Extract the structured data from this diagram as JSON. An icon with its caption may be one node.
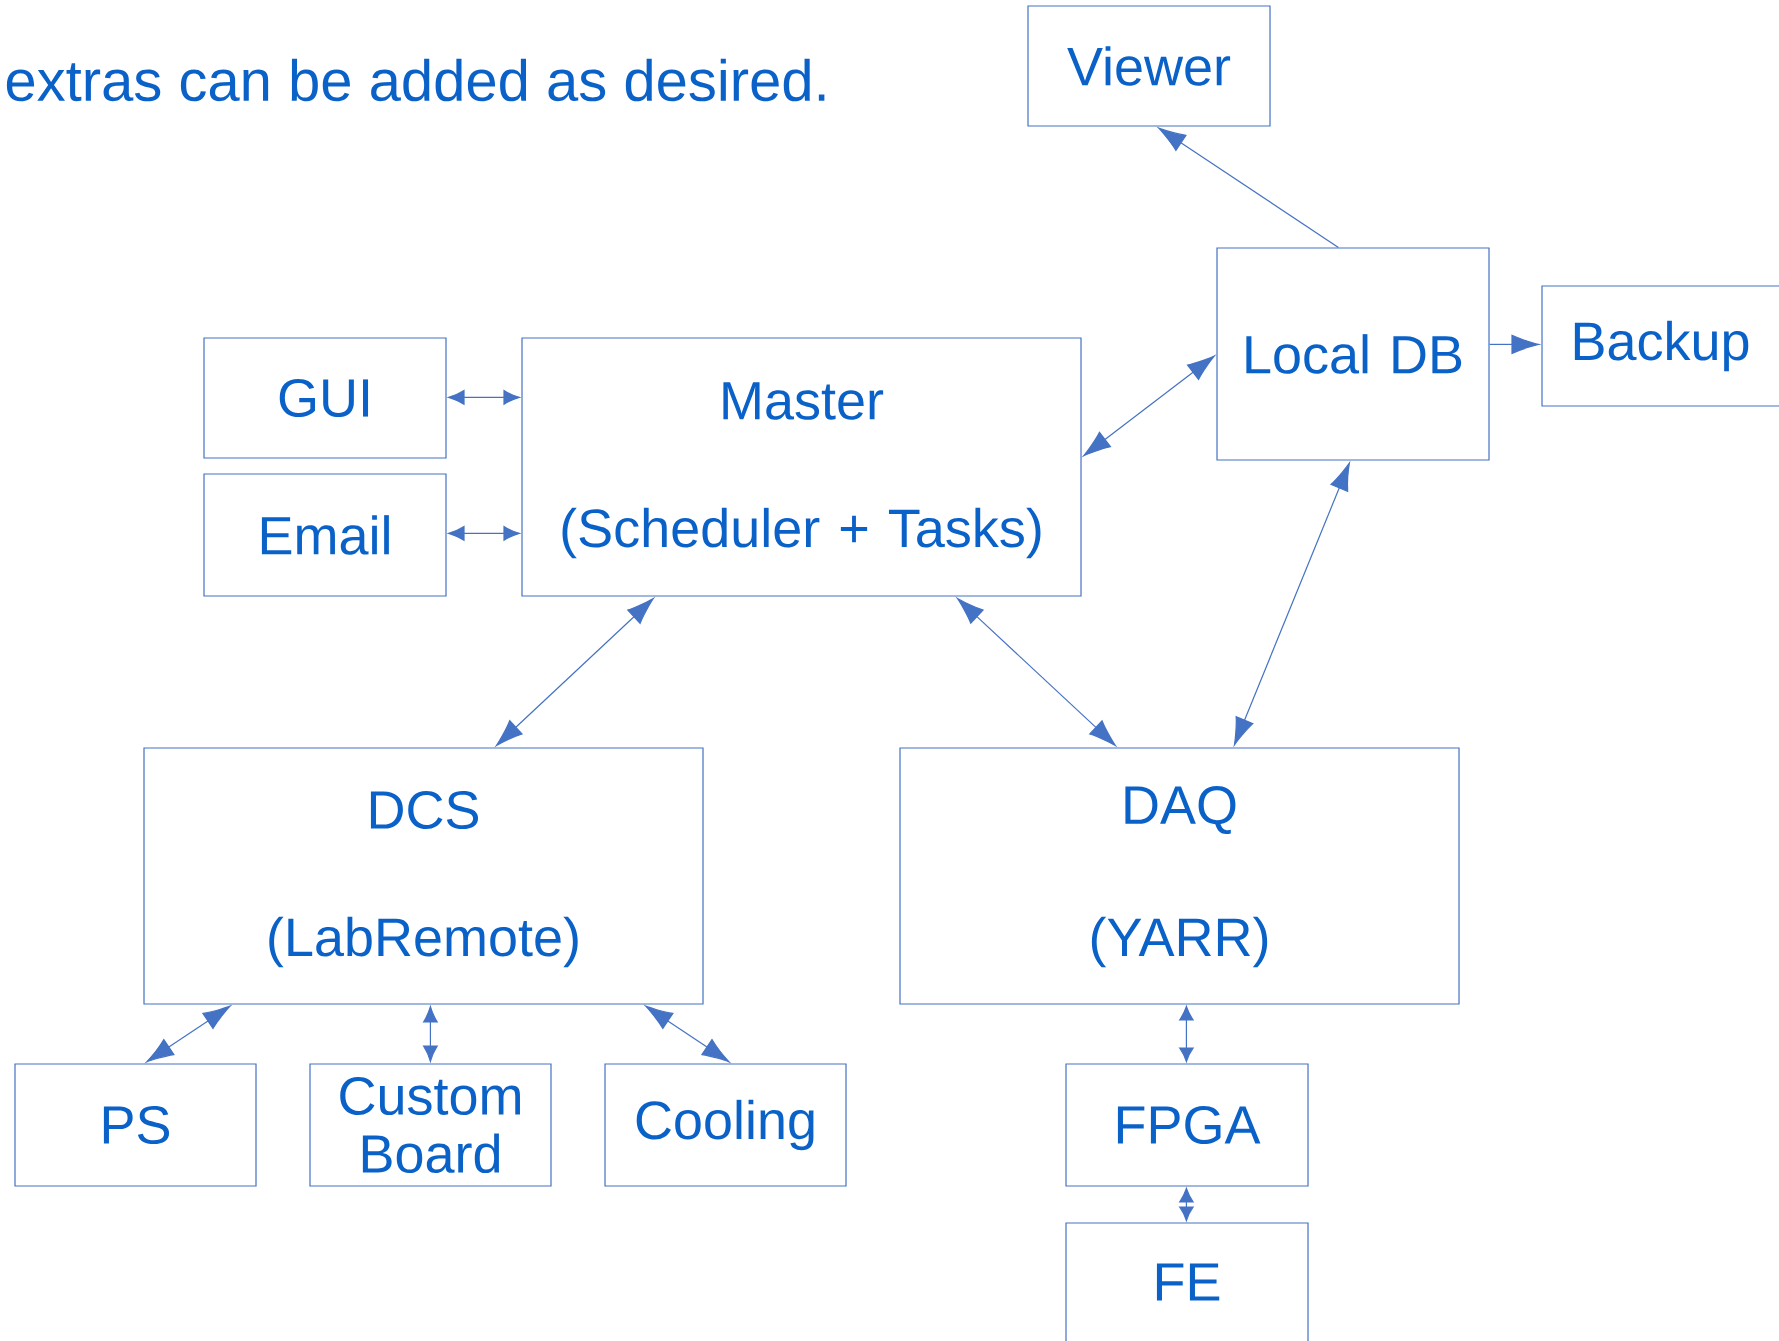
{
  "diagram": {
    "nodes": [
      {
        "text": [
          "Viewer"
        ]
      },
      {
        "text": [
          "Local DB"
        ]
      },
      {
        "text": [
          "Backup"
        ]
      },
      {
        "text": [
          "GUI"
        ]
      },
      {
        "text": [
          "Master",
          "(Scheduler + Tasks)"
        ]
      },
      {
        "text": [
          "Email"
        ]
      },
      {
        "text": [
          "DCS",
          "(LabRemote)"
        ]
      },
      {
        "text": [
          "DAQ",
          "(YARR)"
        ]
      },
      {
        "text": [
          "PS"
        ]
      },
      {
        "text": [
          "Custom Board"
        ]
      },
      {
        "text": [
          "Cooling"
        ]
      },
      {
        "text": [
          "FPGA"
        ]
      },
      {
        "text": [
          "FE"
        ]
      }
    ],
    "edges": [
      {
        "from": 1,
        "to": 0,
        "arrow": "to"
      },
      {
        "from": 1,
        "to": 2,
        "arrow": "to"
      },
      {
        "from": 3,
        "to": 4,
        "arrow": "both"
      },
      {
        "from": 5,
        "to": 4,
        "arrow": "both"
      },
      {
        "from": 4,
        "to": 1,
        "arrow": "both"
      },
      {
        "from": 4,
        "to": 6,
        "arrow": "both"
      },
      {
        "from": 4,
        "to": 7,
        "arrow": "both"
      },
      {
        "from": 1,
        "to": 7,
        "arrow": "both"
      },
      {
        "from": 6,
        "to": 8,
        "arrow": "both"
      },
      {
        "from": 6,
        "to": 9,
        "arrow": "both"
      },
      {
        "from": 6,
        "to": 10,
        "arrow": "both"
      },
      {
        "from": 7,
        "to": 11,
        "arrow": "both"
      },
      {
        "from": 11,
        "to": 12,
        "arrow": "both"
      }
    ],
    "labels": [
      "extras can be added as desired."
    ]
  }
}
